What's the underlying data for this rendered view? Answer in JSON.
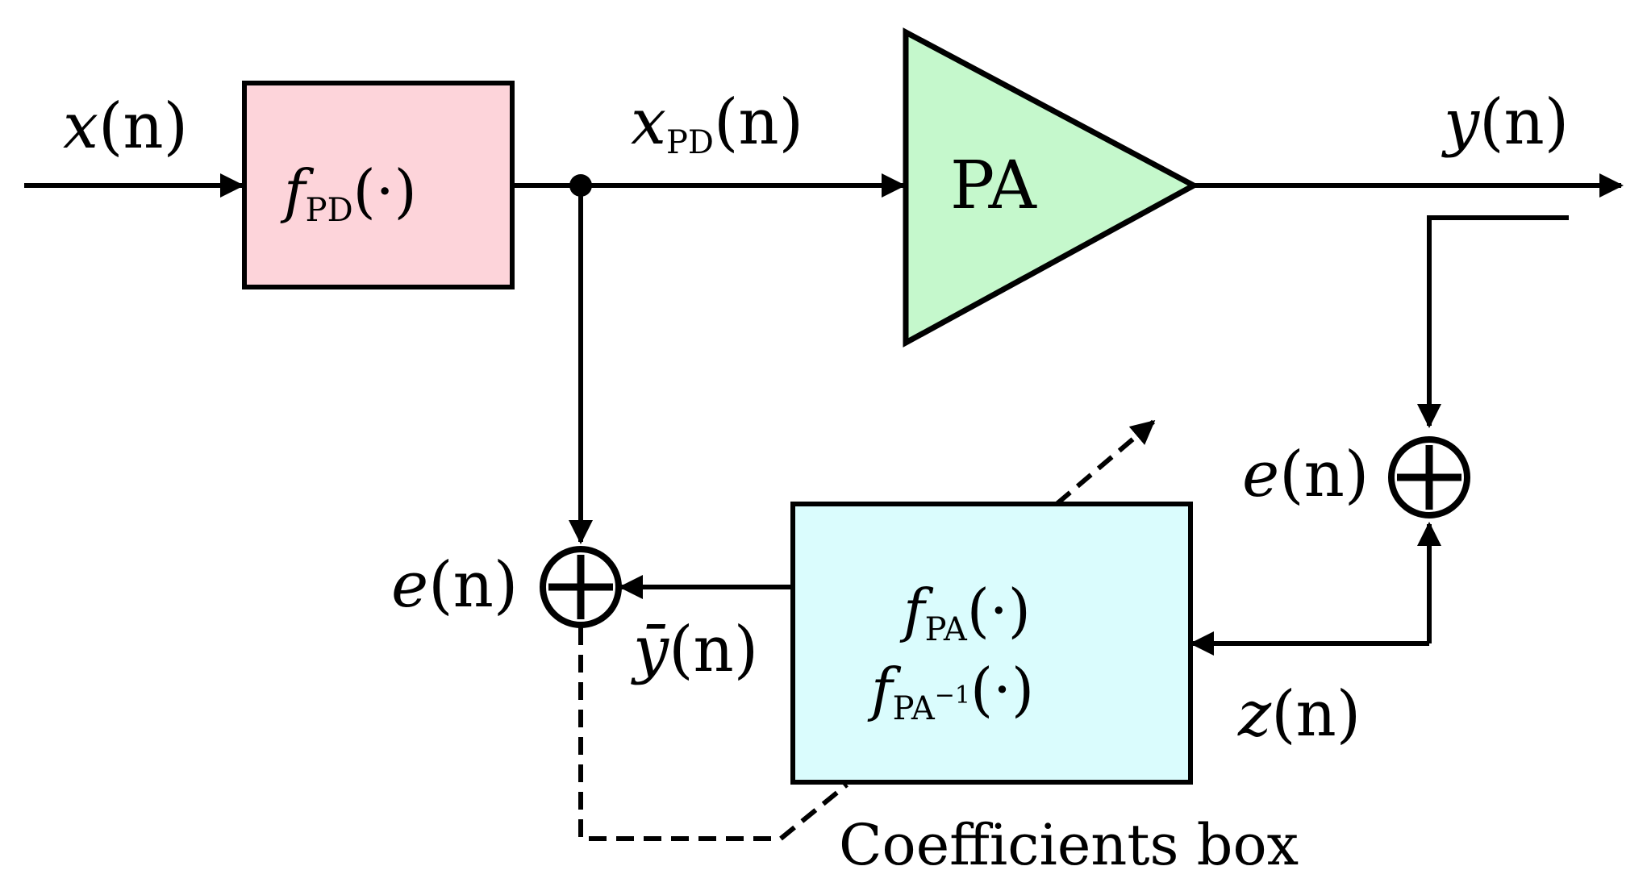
{
  "colors": {
    "predistorter_fill": "#fdd4da",
    "pa_fill": "#c5f8cc",
    "coeff_fill": "#dafcfd",
    "stroke": "#000000"
  },
  "labels": {
    "input_signal": {
      "var": "x",
      "arg": "(n)"
    },
    "predistorter": {
      "fn": "f",
      "sub": "PD",
      "arg": "(·)"
    },
    "predistorted_signal": {
      "var": "x",
      "sub": "PD",
      "arg": "(n)"
    },
    "pa": "PA",
    "output_signal": {
      "var": "y",
      "arg": "(n)"
    },
    "error_right": {
      "var": "e",
      "arg": "(n)"
    },
    "error_left": {
      "var": "e",
      "arg": "(n)"
    },
    "coeff_fn1": {
      "fn": "f",
      "sub": "PA",
      "arg": "(·)"
    },
    "coeff_fn2": {
      "fn": "f",
      "sub": "PA",
      "sup": "−1",
      "arg": "(·)"
    },
    "estimate_signal": {
      "var": "ȳ",
      "arg": "(n)"
    },
    "feedback_signal": {
      "var": "z",
      "arg": "(n)"
    },
    "coefficients_box": "Coefficients box"
  }
}
